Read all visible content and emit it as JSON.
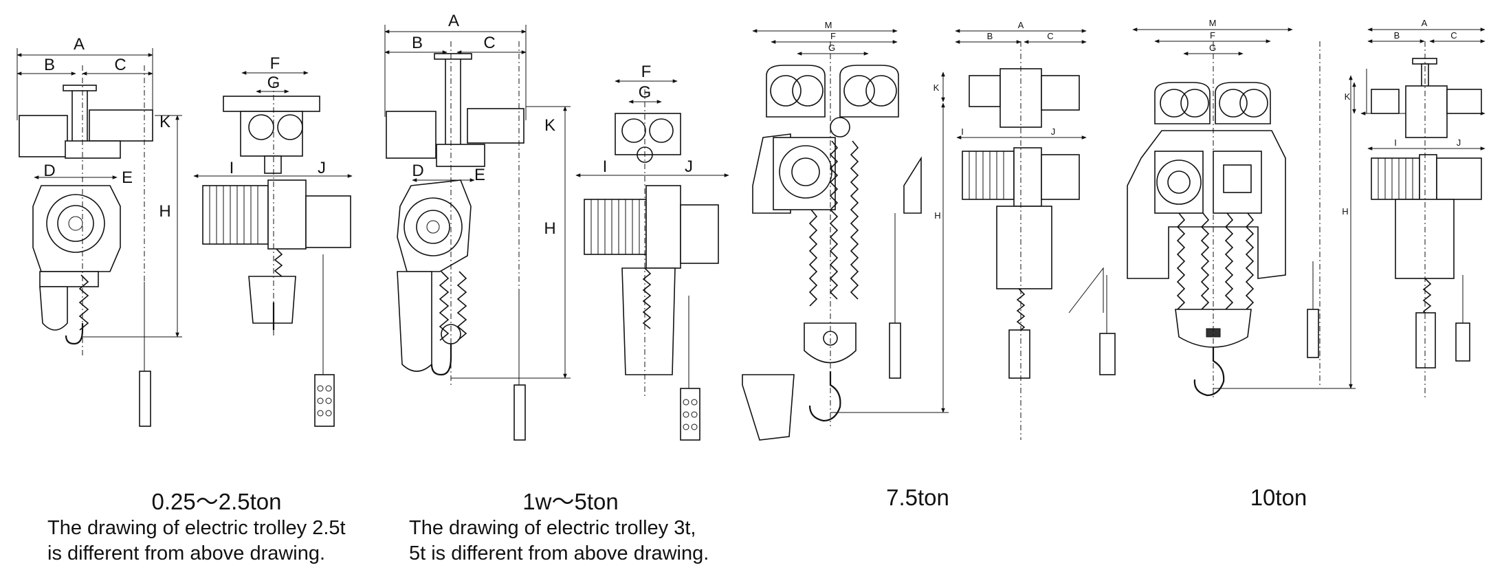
{
  "groups": [
    {
      "title": "0.25～2.5ton",
      "note_line1": "The drawing of electric trolley 2.5t",
      "note_line2": "is different from above drawing.",
      "side_labels": [
        "A",
        "B",
        "C",
        "D",
        "E",
        "H",
        "K"
      ],
      "front_labels": [
        "F",
        "G",
        "I",
        "J"
      ]
    },
    {
      "title": "1w～5ton",
      "note_line1": "The drawing of electric trolley 3t,",
      "note_line2": "5t is different from above drawing.",
      "side_labels": [
        "A",
        "B",
        "C",
        "D",
        "E",
        "H",
        "K"
      ],
      "front_labels": [
        "F",
        "G",
        "I",
        "J"
      ]
    },
    {
      "title": "7.5ton",
      "side_labels": [
        "M",
        "F",
        "G",
        "K",
        "H"
      ],
      "front_labels": [
        "A",
        "B",
        "C",
        "I",
        "J"
      ]
    },
    {
      "title": "10ton",
      "side_labels": [
        "M",
        "F",
        "G",
        "H"
      ],
      "front_labels": [
        "A",
        "B",
        "C",
        "K",
        "I",
        "J"
      ]
    }
  ]
}
